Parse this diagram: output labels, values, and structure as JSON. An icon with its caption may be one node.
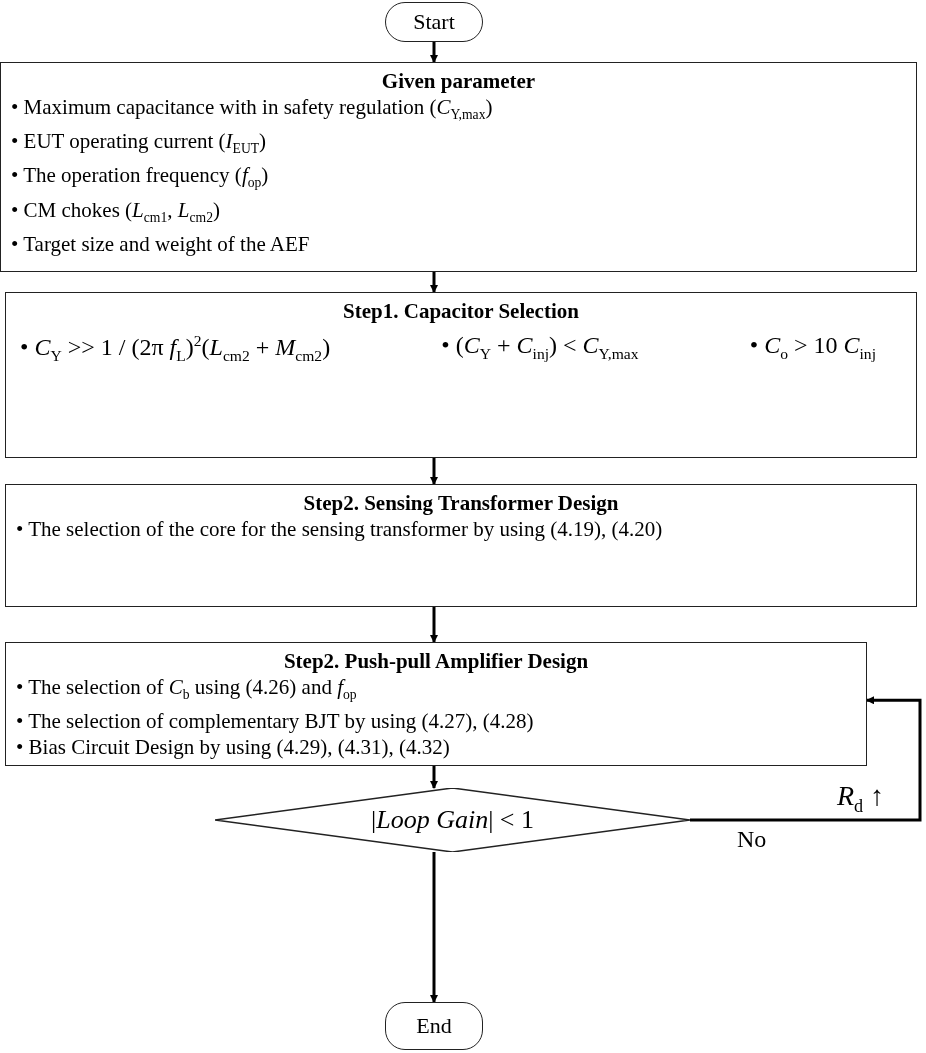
{
  "diagram": {
    "nodes": [
      {
        "text": [
          "Start"
        ]
      },
      {
        "text": [
          "Given parameter",
          "• Maximum capacitance with in safety regulation (*C*$_{Y,max}$)",
          "• EUT operating current (*I*$_{EUT}$)",
          "• The operation frequency (*f*$_{op}$)",
          "• CM chokes (*L*$_{cm1}$, *L*$_{cm2}$)",
          "• Target size and weight of the AEF"
        ]
      },
      {
        "text": [
          "Step1. Capacitor Selection",
          "• *C*$_{Y}$ >> 1 / (2π *f*$_{L}$)$^{2}$(*L*$_{cm2}$ + *M*$_{cm2}$)",
          "• (*C*$_{Y}$ + *C*$_{inj}$) < *C*$_{Y,max}$",
          "• *C*$_{o}$ > 10 *C*$_{inj}$"
        ]
      },
      {
        "text": [
          "Step2. Sensing Transformer Design",
          "• The selection of the core for the sensing transformer by using (4.19), (4.20)"
        ]
      },
      {
        "text": [
          "Step2. Push-pull Amplifier Design",
          "• The selection of *C*$_{b}$ using (4.26) and *f*$_{op}$",
          "• The selection of complementary BJT by using (4.27), (4.28)",
          "• Bias Circuit Design by using (4.29), (4.31), (4.32)"
        ]
      },
      {
        "text": [
          "|*Loop Gain*| < 1"
        ]
      },
      {
        "text": [
          "End"
        ]
      }
    ],
    "edges": [
      {
        "from": 0,
        "to": 1,
        "arrow": "to"
      },
      {
        "from": 1,
        "to": 2,
        "arrow": "to"
      },
      {
        "from": 2,
        "to": 3,
        "arrow": "to"
      },
      {
        "from": 3,
        "to": 4,
        "arrow": "to"
      },
      {
        "from": 4,
        "to": 5,
        "arrow": "to"
      },
      {
        "from": 5,
        "to": 6,
        "arrow": "to"
      },
      {
        "from": 5,
        "to": 4,
        "arrow": "to",
        "label": "No"
      }
    ],
    "labels": [
      "*R*$_{d}$ ↑"
    ]
  }
}
